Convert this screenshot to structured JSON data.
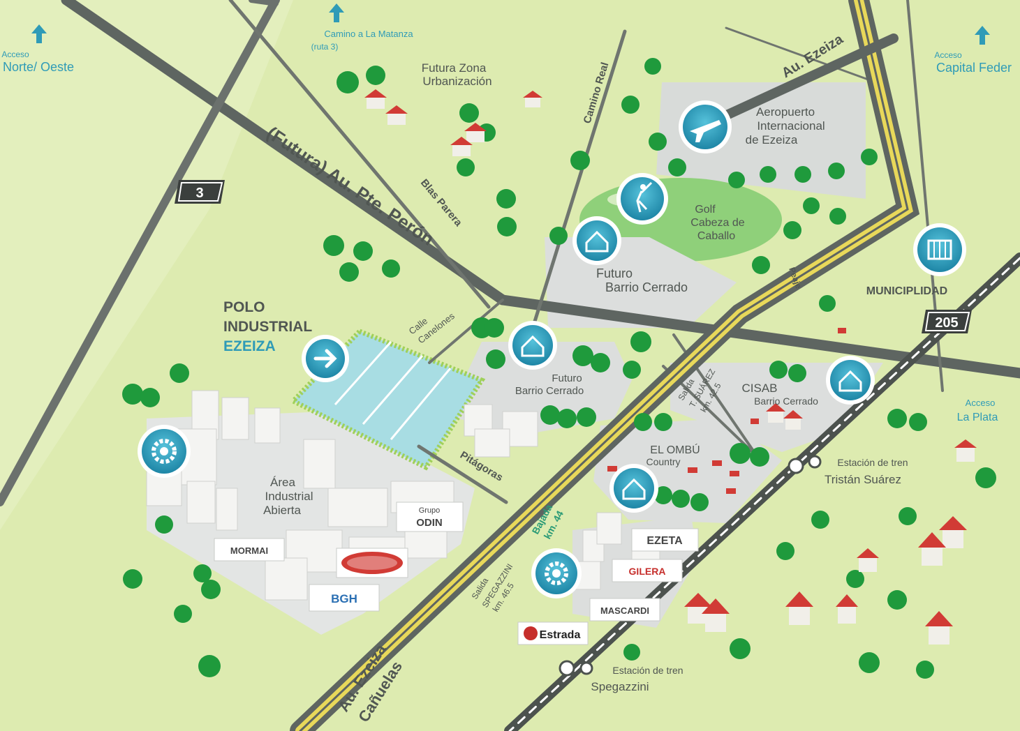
{
  "accesses": {
    "norte_oeste": {
      "top": "Acceso",
      "bottom": "Norte/ Oeste"
    },
    "la_matanza": {
      "top": "Camino a La Matanza",
      "bottom": "(ruta 3)"
    },
    "capital": {
      "top": "Acceso",
      "bottom": "Capital Feder"
    },
    "la_plata": {
      "top": "Acceso",
      "bottom": "La Plata"
    }
  },
  "roads": {
    "futura_peron": "(Futura) Au. Pte. Perón",
    "blas_parera": "Blas Parera",
    "camino_real": "Camino Real",
    "au_ezeiza": "Au. Ezeiza",
    "calle_canelones": {
      "line1": "Calle",
      "line2": "Canelones"
    },
    "pitagoras": "Pitágoras",
    "au_ezeiza_canuelas": {
      "line1": "Au. Ezeiza",
      "line2": "Cañuelas"
    },
    "peaje": "Peaje",
    "bajada": {
      "line1": "Bajada",
      "line2": "km. 44"
    },
    "salida_suarez": {
      "line1": "Salida",
      "line2": "T. SUÁREZ",
      "line3": "km. 42.5"
    },
    "salida_spegazzini": {
      "line1": "Salida",
      "line2": "SPEGAZZINI",
      "line3": "km. 46.5"
    }
  },
  "route_badges": {
    "r3": "3",
    "r205": "205"
  },
  "zones": {
    "futura_urbanizacion": {
      "line1": "Futura Zona",
      "line2": "Urbanización"
    },
    "aeropuerto": {
      "line1": "Aeropuerto",
      "line2": "Internacional",
      "line3": "de Ezeiza"
    },
    "golf": {
      "line1": "Golf",
      "line2": "Cabeza de",
      "line3": "Caballo"
    },
    "futuro_barrio_1": {
      "line1": "Futuro",
      "line2": "Barrio Cerrado"
    },
    "futuro_barrio_2": {
      "line1": "Futuro",
      "line2": "Barrio Cerrado"
    },
    "municipalidad": "MUNICIPLIDAD",
    "cisab": {
      "line1": "CISAB",
      "line2": "Barrio Cerrado"
    },
    "el_ombu": {
      "line1": "EL OMBÚ",
      "line2": "Country"
    },
    "polo": {
      "line1": "POLO",
      "line2": "INDUSTRIAL",
      "line3": "EZEIZA"
    },
    "area_industrial": {
      "line1": "Área",
      "line2": "Industrial",
      "line3": "Abierta"
    }
  },
  "stations": {
    "tristan_suarez": {
      "line1": "Estación de tren",
      "line2": "Tristán Suárez"
    },
    "spegazzini": {
      "line1": "Estación de tren",
      "line2": "Spegazzini"
    }
  },
  "companies": {
    "odin": {
      "line1": "Grupo",
      "line2": "ODIN"
    },
    "mormai": "MORMAI",
    "bgh": "BGH",
    "ezeta": "EZETA",
    "gilera": "GILERA",
    "mascardi": "MASCARDI",
    "estrada": "Estrada"
  },
  "colors": {
    "background": "#ddebb0",
    "road": "#5e6561",
    "highway_yellow": "#e8d85a",
    "accent_blue": "#2f9bb7",
    "zone_gray": "#d9dbd8",
    "tree": "#1f9a3c",
    "roof": "#d13b35"
  }
}
